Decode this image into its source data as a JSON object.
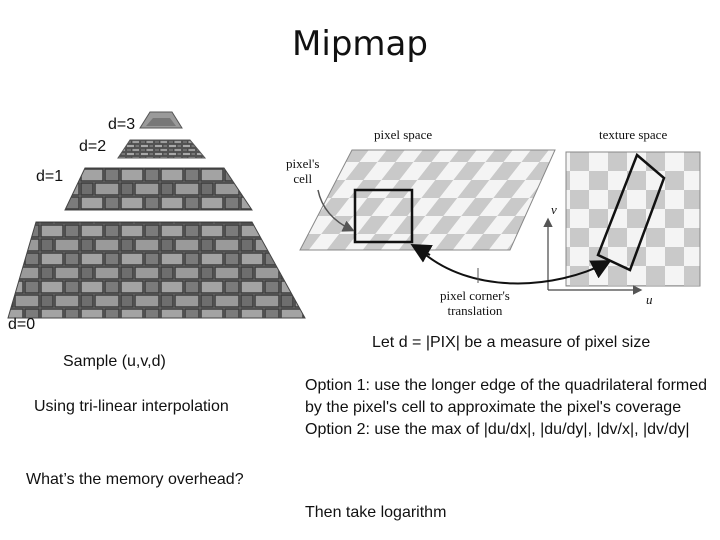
{
  "slide": {
    "title": "Mipmap"
  },
  "pyramid": {
    "levels": [
      {
        "label": "d=3"
      },
      {
        "label": "d=2"
      },
      {
        "label": "d=1"
      },
      {
        "label": "d=0"
      }
    ]
  },
  "diagram": {
    "pixel_space_label": "pixel space",
    "texture_space_label": "texture space",
    "pixels_cell_label_line1": "pixel's",
    "pixels_cell_label_line2": "cell",
    "corner_translation_line1": "pixel corner's",
    "corner_translation_line2": "translation",
    "axis_v": "v",
    "axis_u": "u"
  },
  "text": {
    "measure": "Let d = |PIX| be a measure of pixel size",
    "sample": "Sample (u,v,d)",
    "trilinear": "Using tri-linear interpolation",
    "overhead": "What’s the memory overhead?",
    "option1": "Option 1: use the longer edge of the quadrilateral formed by the pixel's cell to approximate the pixel's coverage",
    "option2": "Option 2: use the max of |du/dx|, |du/dy|, |dv/x|, |dv/dy|",
    "logarithm": "Then take logarithm"
  },
  "colors": {
    "checker_dark": "#c9c9c9",
    "checker_light": "#f4f4f4",
    "stone_base": "#8a8a8a",
    "stone_dark": "#3a3a3a"
  }
}
